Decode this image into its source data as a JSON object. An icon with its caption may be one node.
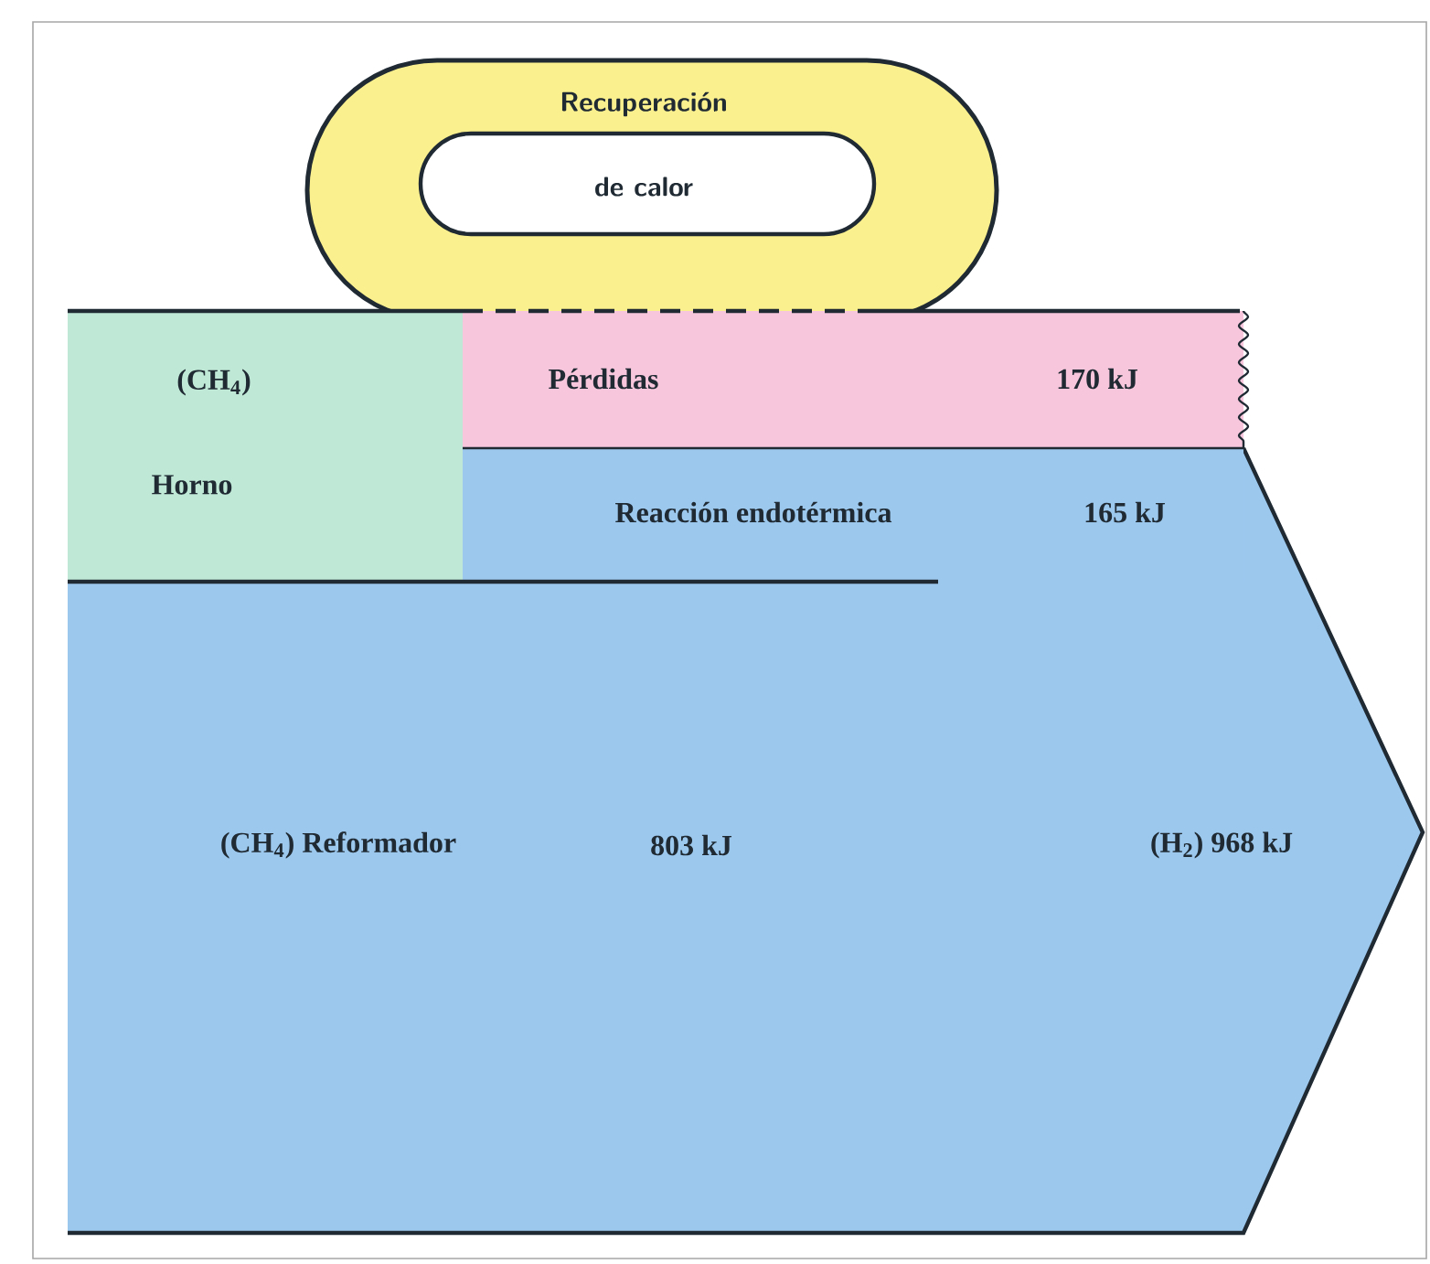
{
  "diagram": {
    "nodes": [
      {
        "text": [
          "Recuperación"
        ]
      },
      {
        "text": [
          "de calor"
        ],
        "in": 0
      },
      {
        "text": [
          "(CH$_{4}$)",
          "Horno"
        ]
      },
      {
        "text": [
          "Pérdidas",
          "170 kJ"
        ]
      },
      {
        "text": [
          "Reacción endotérmica",
          "165 kJ"
        ],
        "in": 5
      },
      {
        "text": [
          "(CH$_{4}$)  Reformador",
          "803 kJ",
          "(H$_{2}$)  968 kJ"
        ]
      }
    ]
  }
}
